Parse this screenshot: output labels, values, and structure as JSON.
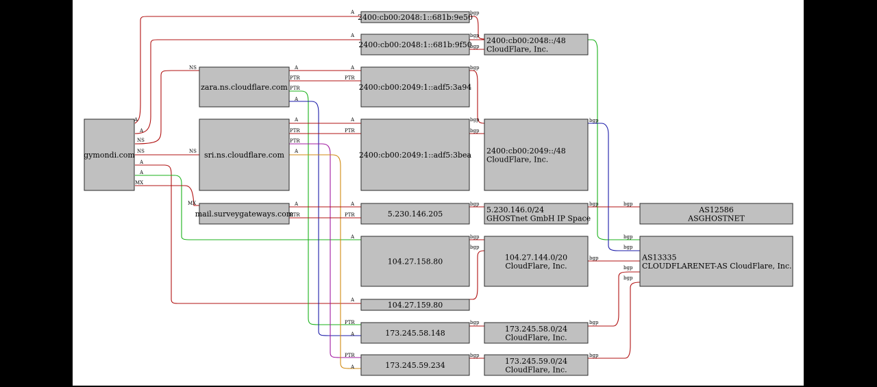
{
  "colors": {
    "frame_bg": "#000000",
    "canvas_bg": "#ffffff",
    "node_fill": "#c0c0c0",
    "red": "#b01010",
    "green": "#19b219",
    "blue": "#1a1aa8",
    "purple": "#a018a0",
    "orange": "#d08a10"
  },
  "nodes": {
    "gymondi": [
      "gymondi.com"
    ],
    "zara": [
      "zara.ns.cloudflare.com"
    ],
    "sri": [
      "sri.ns.cloudflare.com"
    ],
    "mail": [
      "mail.surveygateways.com"
    ],
    "ip6_9e50": [
      "2400:cb00:2048:1::681b:9e50"
    ],
    "ip6_9f50": [
      "2400:cb00:2048:1::681b:9f50"
    ],
    "ip6_3a94": [
      "2400:cb00:2049:1::adf5:3a94"
    ],
    "ip6_3bea": [
      "2400:cb00:2049:1::adf5:3bea"
    ],
    "ip_5230": [
      "5.230.146.205"
    ],
    "ip_104_158": [
      "104.27.158.80"
    ],
    "ip_104_159": [
      "104.27.159.80"
    ],
    "ip_173_58": [
      "173.245.58.148"
    ],
    "ip_173_59": [
      "173.245.59.234"
    ],
    "net_2048": [
      "2400:cb00:2048::/48",
      "CloudFlare, Inc."
    ],
    "net_2049": [
      "2400:cb00:2049::/48",
      "CloudFlare, Inc."
    ],
    "net_5230": [
      "5.230.146.0/24",
      "GHOSTnet GmbH IP Space"
    ],
    "net_104": [
      "104.27.144.0/20",
      "CloudFlare, Inc."
    ],
    "net_173_58": [
      "173.245.58.0/24",
      "CloudFlare, Inc."
    ],
    "net_173_59": [
      "173.245.59.0/24",
      "CloudFlare, Inc."
    ],
    "as12586": [
      "AS12586",
      "ASGHOSTNET"
    ],
    "as13335": [
      "AS13335",
      "CLOUDFLARENET-AS CloudFlare, Inc."
    ]
  },
  "edge_labels": {
    "a": "A",
    "ns": "NS",
    "mx": "MX",
    "ptr": "PTR",
    "bgp": "bgp"
  }
}
